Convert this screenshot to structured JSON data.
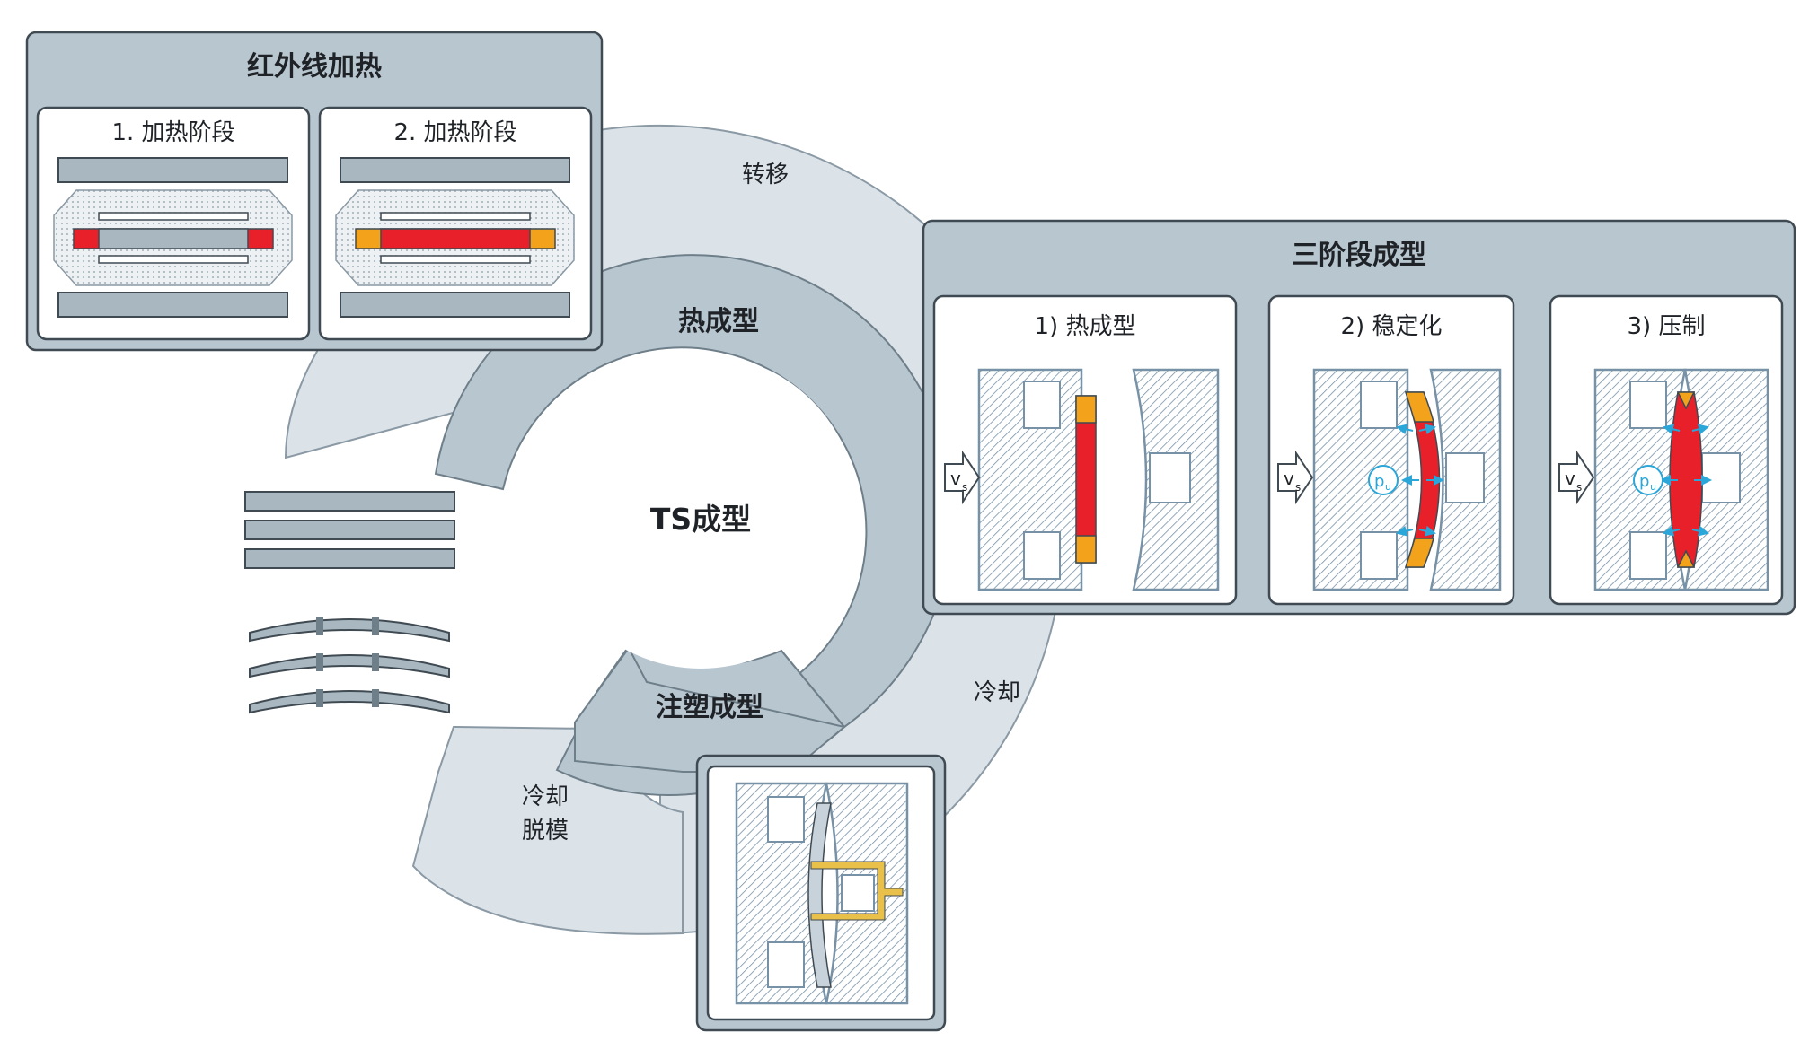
{
  "center_label": "TS成型",
  "ring_segments": {
    "thermoforming": "热成型",
    "injection_molding": "注塑成型"
  },
  "outer_arrow_labels": {
    "transfer": "转移",
    "cooling": "冷却",
    "cooling_demold_line1": "冷却",
    "cooling_demold_line2": "脱模"
  },
  "infrared_panel": {
    "title": "红外线加热",
    "stages": [
      {
        "label": "1. 加热阶段"
      },
      {
        "label": "2. 加热阶段"
      }
    ]
  },
  "three_stage_panel": {
    "title": "三阶段成型",
    "stages": [
      {
        "label": "1) 热成型"
      },
      {
        "label": "2) 稳定化"
      },
      {
        "label": "3) 压制"
      }
    ]
  },
  "symbols": {
    "velocity": "v",
    "velocity_sub": "s",
    "pressure": "p",
    "pressure_sub": "u"
  },
  "colors": {
    "ring_light": "#dbe3e9",
    "ring_medium": "#b8c6d0",
    "ring_dark": "#a9b7c1",
    "heat_red": "#e8202a",
    "heat_orange": "#f2a21b",
    "injection_yellow": "#e8c04a",
    "pressure_blue": "#2aa6d8",
    "mold_hatch": "#7791a6"
  }
}
